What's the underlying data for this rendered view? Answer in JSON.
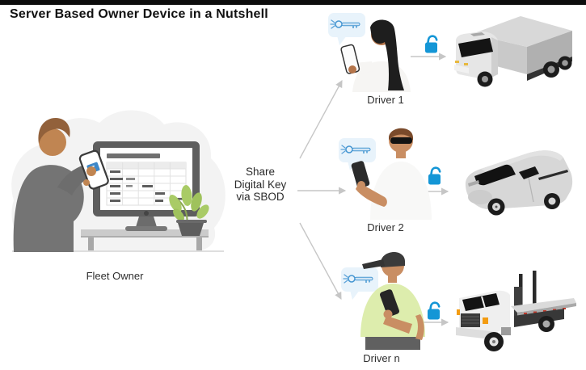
{
  "title": "Server Based Owner Device in a Nutshell",
  "fleet_owner": {
    "label": "Fleet Owner"
  },
  "share_text": {
    "line1": "Share",
    "line2": "Digital Key",
    "line3": "via SBOD"
  },
  "drivers": [
    {
      "label": "Driver 1",
      "vehicle": "box truck"
    },
    {
      "label": "Driver 2",
      "vehicle": "cargo van"
    },
    {
      "label": "Driver n",
      "vehicle": "flatbed truck"
    }
  ],
  "icons": {
    "speech_bubble_key": "digital-key-in-speech-bubble",
    "padlock": "open-padlock",
    "arrows": "share-direction-arrows"
  },
  "colors": {
    "accent_blue": "#1496d6",
    "key_blue": "#4596d2",
    "bubble_blue": "#e8f3fb",
    "arrow_gray": "#c6c6c6",
    "top_bar": "#0d0d0d",
    "text": "#2f2f2f"
  }
}
